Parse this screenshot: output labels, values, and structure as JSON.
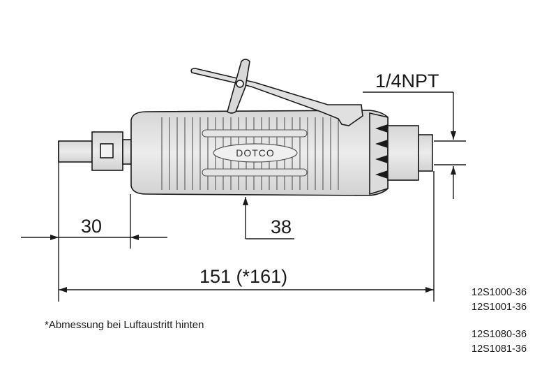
{
  "drawing": {
    "brand_label": "DOTCO",
    "thread_label": "1/4NPT",
    "dim_shank": "30",
    "dim_grip": "38",
    "dim_total": "151 (*161)"
  },
  "footnote": "*Abmessung bei Luftaustritt hinten",
  "models": {
    "group1": [
      "12S1000-36",
      "12S1001-36"
    ],
    "group2": [
      "12S1080-36",
      "12S1081-36"
    ]
  },
  "colors": {
    "body_fill": "#e6e6e6",
    "body_dark": "#cfcfcf",
    "line": "#1a1a1a"
  }
}
